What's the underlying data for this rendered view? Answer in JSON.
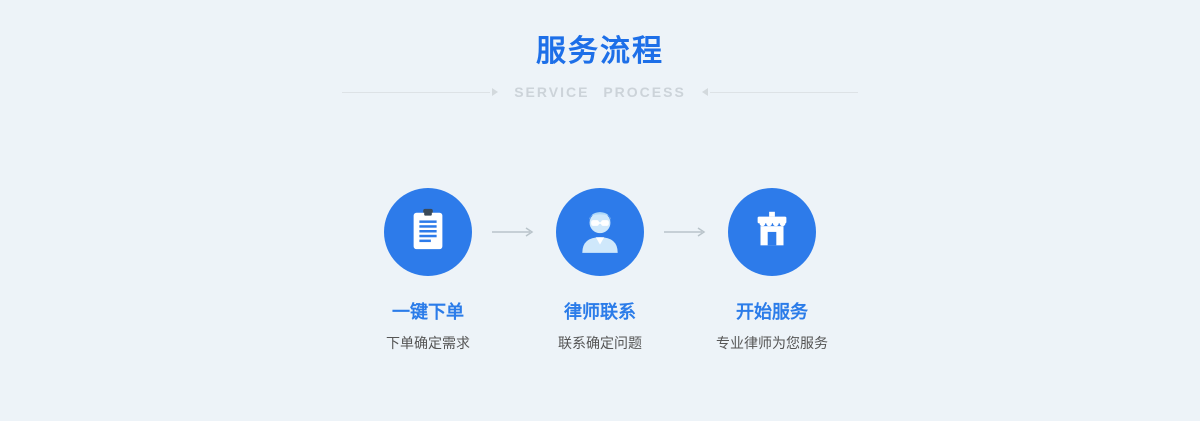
{
  "header": {
    "title": "服务流程",
    "subtitle": "SERVICE PROCESS"
  },
  "steps": [
    {
      "icon": "clipboard-icon",
      "title": "一键下单",
      "desc": "下单确定需求"
    },
    {
      "icon": "lawyer-icon",
      "title": "律师联系",
      "desc": "联系确定问题"
    },
    {
      "icon": "store-icon",
      "title": "开始服务",
      "desc": "专业律师为您服务"
    }
  ],
  "colors": {
    "accent_blue": "#2b7ce9",
    "circle_blue": "#2d7bea",
    "background": "#edf3f8",
    "subtitle_gray": "#ccd3d9",
    "desc_gray": "#555555",
    "arrow_gray": "#b9c3ca",
    "icon_light_blue": "#cfe8fb",
    "icon_white": "#ffffff"
  }
}
